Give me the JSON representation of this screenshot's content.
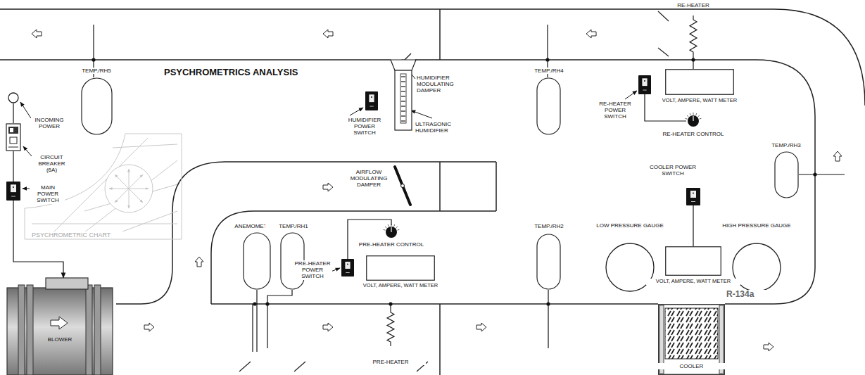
{
  "diagram": {
    "title": "PSYCHROMETRICS ANALYSIS",
    "nodes": [
      {
        "text": [
          "INCOMING POWER"
        ]
      },
      {
        "text": [
          "CIRCUIT BREAKER (6A)"
        ]
      },
      {
        "text": [
          "MAIN POWER SWITCH"
        ]
      },
      {
        "text": [
          "TEMP./RH5"
        ]
      },
      {
        "text": [
          "HUMIDIFIER POWER SWITCH"
        ]
      },
      {
        "text": [
          "ULTRASONIC HUMIDIFIER"
        ]
      },
      {
        "text": [
          "TEMP./RH4"
        ]
      },
      {
        "text": [
          "RE-HEATER POWER SWITCH"
        ]
      },
      {
        "text": [
          "VOLT, AMPERE, WATT METER"
        ]
      },
      {
        "text": [
          "RE-HEATER CONTROL"
        ]
      },
      {
        "text": [
          "RE-HEATER"
        ]
      },
      {
        "text": [
          "TEMP./RH3"
        ]
      },
      {
        "text": [
          "COOLER POWER SWITCH"
        ]
      },
      {
        "text": [
          "ANEMOMETER"
        ]
      },
      {
        "text": [
          "TEMP./RH1"
        ]
      },
      {
        "text": [
          "PRE-HEATER CONTROL"
        ]
      },
      {
        "text": [
          "PRE-HEATER POWER SWITCH"
        ]
      },
      {
        "text": [
          "VOLT, AMPERE, WATT METER"
        ]
      },
      {
        "text": [
          "TEMP./RH2"
        ]
      },
      {
        "text": [
          "LOW PRESSURE GAUGE"
        ]
      },
      {
        "text": [
          "HIGH PRESSURE GAUGE"
        ]
      },
      {
        "text": [
          "VOLT, AMPERE, WATT METER"
        ]
      },
      {
        "text": [
          "PRE-HEATER"
        ]
      },
      {
        "text": [
          "BLOWER"
        ]
      },
      {
        "text": [
          "COOLER"
        ]
      }
    ],
    "edges": [
      {
        "from": 0,
        "to": 1,
        "arrow": "none"
      },
      {
        "from": 1,
        "to": 2,
        "arrow": "none"
      },
      {
        "from": 2,
        "to": 23,
        "arrow": "to"
      },
      {
        "from": 16,
        "to": 15,
        "arrow": "none"
      },
      {
        "from": 7,
        "to": 9,
        "arrow": "none"
      },
      {
        "from": 12,
        "to": 21,
        "arrow": "none"
      }
    ],
    "labels": [
      "HUMIDIFIER MODULATING DAMPER",
      "AIRFLOW MODULATING DAMPER",
      "PSYCHROMETRIC CHART",
      "R-134a"
    ]
  }
}
